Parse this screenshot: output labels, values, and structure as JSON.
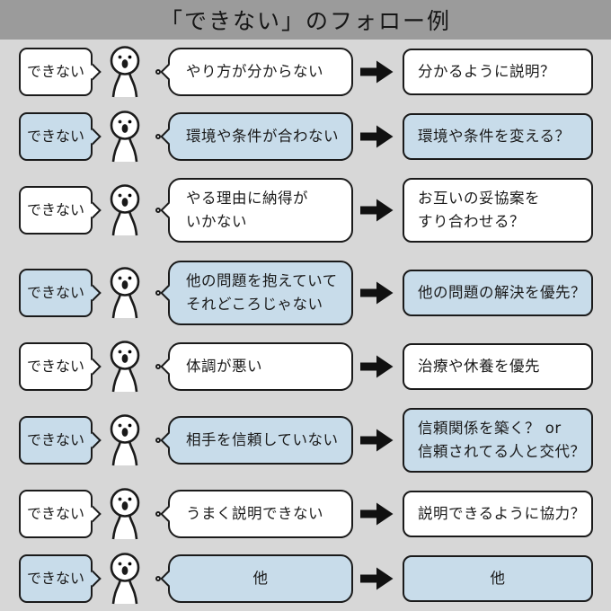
{
  "title": "「できない」のフォロー例",
  "colors": {
    "header_bg": "#9b9b9b",
    "page_bg": "#d7d7d7",
    "bubble_white": "#ffffff",
    "bubble_blue": "#c8dcea",
    "border": "#1a1a1a",
    "arrow": "#111111"
  },
  "icons": {
    "person": "surprised-standing-figure",
    "arrow": "bold-right-arrow",
    "speech_dot": "small-circle-speech-origin"
  },
  "rows": [
    {
      "say": "できない",
      "variant": "white",
      "reason": [
        "やり方が分からない"
      ],
      "result": [
        "分かるように説明？"
      ]
    },
    {
      "say": "できない",
      "variant": "blue",
      "reason": [
        "環境や条件が合わない"
      ],
      "result": [
        "環境や条件を変える？"
      ]
    },
    {
      "say": "できない",
      "variant": "white",
      "reason": [
        "やる理由に納得が",
        "いかない"
      ],
      "result": [
        "お互いの妥協案を",
        "すり合わせる？"
      ]
    },
    {
      "say": "できない",
      "variant": "blue",
      "reason": [
        "他の問題を抱えていて",
        "それどころじゃない"
      ],
      "result": [
        "他の問題の解決を優先？"
      ]
    },
    {
      "say": "できない",
      "variant": "white",
      "reason": [
        "体調が悪い"
      ],
      "result": [
        "治療や休養を優先"
      ]
    },
    {
      "say": "できない",
      "variant": "blue",
      "reason": [
        "相手を信頼していない"
      ],
      "result": [
        "信頼関係を築く？ or",
        "信頼されてる人と交代？"
      ]
    },
    {
      "say": "できない",
      "variant": "white",
      "reason": [
        "うまく説明できない"
      ],
      "result": [
        "説明できるように協力？"
      ]
    },
    {
      "say": "できない",
      "variant": "blue",
      "reason": [
        "他"
      ],
      "result": [
        "他"
      ]
    }
  ]
}
